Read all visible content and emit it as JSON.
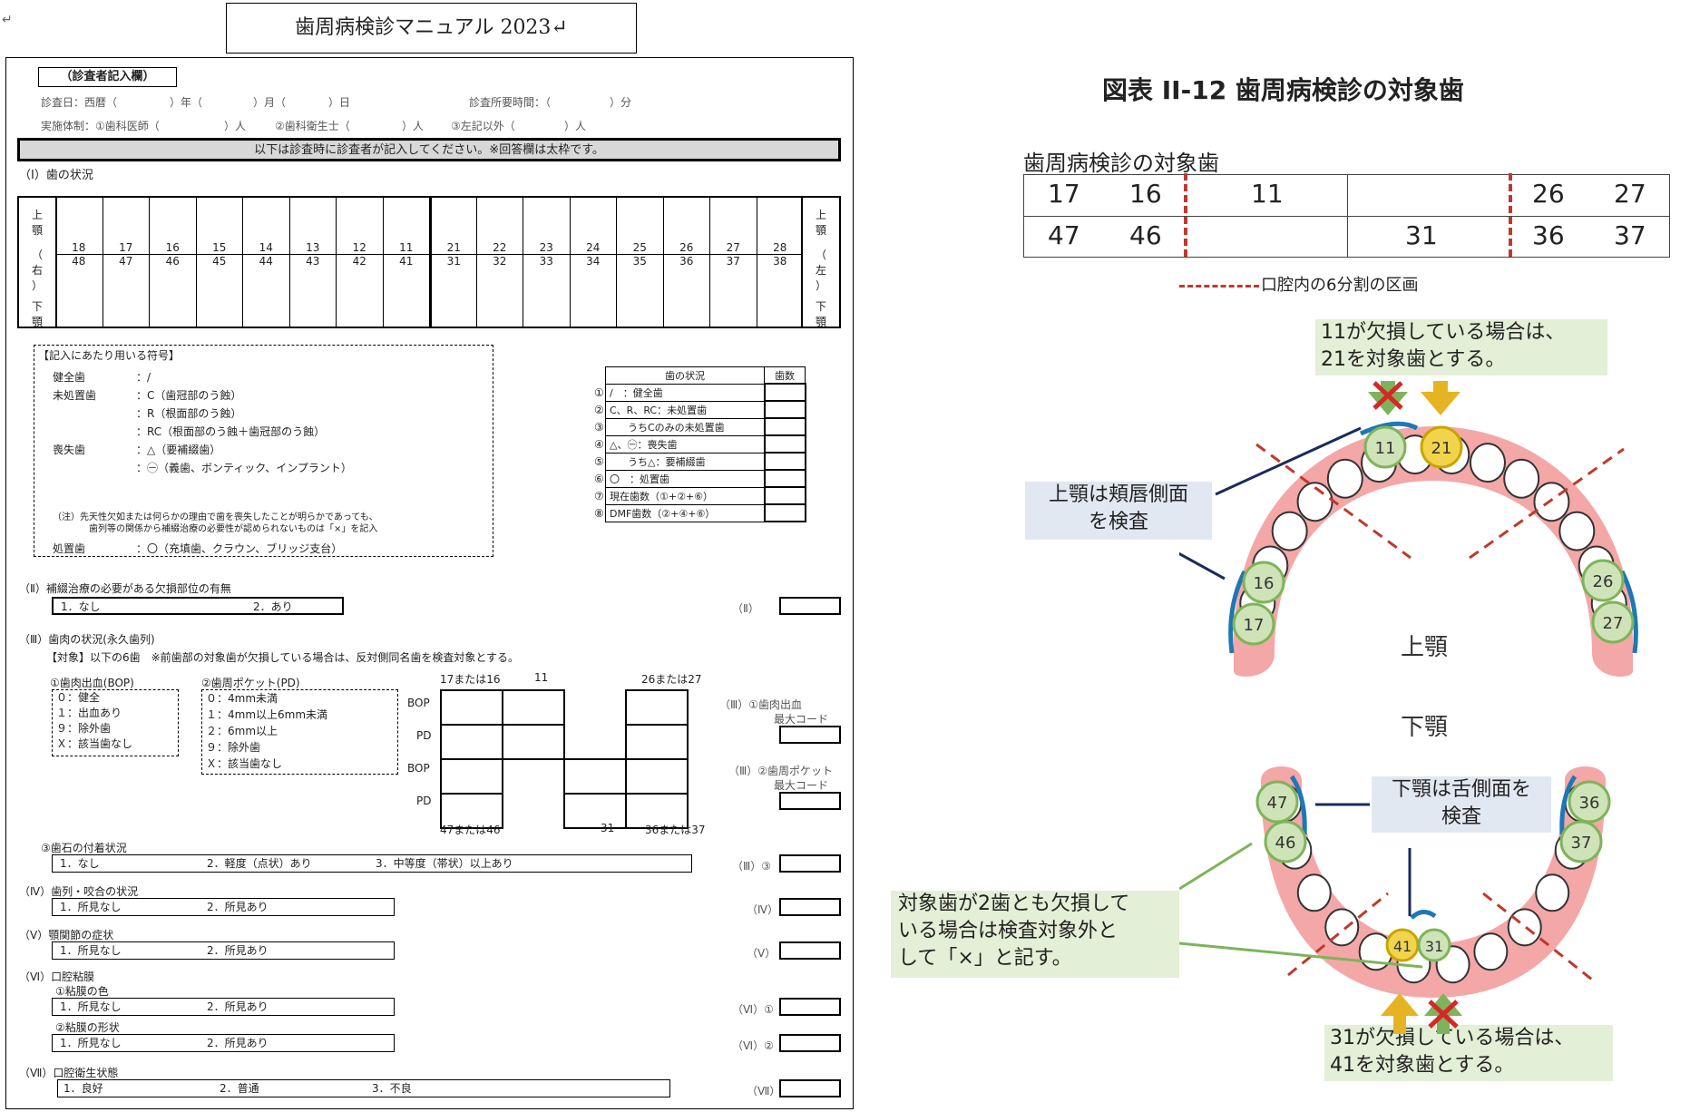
{
  "top_title": "歯周病検診マニュアル 2023↵",
  "form": {
    "examiner_label": "（診査者記入欄）",
    "date_line": {
      "exam_date": "診査日：西暦（",
      "year": "）年（",
      "month": "）月（",
      "day": "）日",
      "duration": "診査所要時間：（",
      "minutes": "）分"
    },
    "staff_line": {
      "a": "実施体制：①歯科医師（",
      "a_unit": "）人",
      "b": "②歯科衛生士（",
      "b_unit": "）人",
      "c": "③左記以外（",
      "c_unit": "）人"
    },
    "banner": "以下は診査時に診査者が記入してください。※回答欄は太枠です。",
    "section1": "（Ⅰ）歯の状況",
    "jaw_left": [
      "上",
      "顎",
      "（",
      "右",
      "）",
      "下",
      "顎"
    ],
    "jaw_right": [
      "上",
      "顎",
      "（",
      "左",
      "）",
      "下",
      "顎"
    ],
    "upper_teeth": [
      "18",
      "17",
      "16",
      "15",
      "14",
      "13",
      "12",
      "11",
      "21",
      "22",
      "23",
      "24",
      "25",
      "26",
      "27",
      "28"
    ],
    "lower_teeth": [
      "48",
      "47",
      "46",
      "45",
      "44",
      "43",
      "42",
      "41",
      "31",
      "32",
      "33",
      "34",
      "35",
      "36",
      "37",
      "38"
    ],
    "symbols": {
      "heading": "【記入にあたり用いる符号】",
      "rows": [
        {
          "k": "健全歯",
          "v": "：/"
        },
        {
          "k": "未処置歯",
          "v": "：C（歯冠部のう蝕）"
        },
        {
          "k": "",
          "v": "：R（根面部のう蝕）"
        },
        {
          "k": "",
          "v": "：RC（根面部のう蝕＋歯冠部のう蝕）"
        },
        {
          "k": "喪失歯",
          "v": "：△（要補綴歯）"
        },
        {
          "k": "",
          "v": "：㊀（義歯、ボンティック、インプラント）"
        }
      ],
      "note1": "（注）先天性欠如または何らかの理由で歯を喪失したことが明らかであっても、",
      "note2": "歯列等の関係から補綴治療の必要性が認められないものは「×」を記入",
      "treated_k": "処置歯",
      "treated_v": "：〇（充填歯、クラウン、ブリッジ支台）"
    },
    "tooth_status": {
      "h1": "歯の状況",
      "h2": "歯数",
      "rows": [
        {
          "n": "①",
          "t": "/　：健全歯"
        },
        {
          "n": "②",
          "t": "C、R、RC：未処置歯"
        },
        {
          "n": "③",
          "t": "うちCのみの未処置歯"
        },
        {
          "n": "④",
          "t": "△、㊀：喪失歯"
        },
        {
          "n": "⑤",
          "t": "うち△：要補綴歯"
        },
        {
          "n": "⑥",
          "t": "〇　：処置歯"
        },
        {
          "n": "⑦",
          "t": "現在歯数（①+②+⑥）"
        },
        {
          "n": "⑧",
          "t": "DMF歯数（②+④+⑥）"
        }
      ]
    },
    "section2": "（Ⅱ）補綴治療の必要がある欠損部位の有無",
    "section2_opts": [
      "1．なし",
      "2．あり"
    ],
    "section2_code": "（Ⅱ）",
    "section3": "（Ⅲ）歯肉の状況(永久歯列)",
    "section3_target": "【対象】以下の6歯　※前歯部の対象歯が欠損している場合は、反対側同名歯を検査対象とする。",
    "bop": {
      "title": "①歯肉出血(BOP)",
      "items": [
        "０：健全",
        "１：出血あり",
        "９：除外歯",
        "Ｘ：該当歯なし"
      ]
    },
    "pd": {
      "title": "②歯周ポケット(PD)",
      "items": [
        "０：4mm未満",
        "１：4mm以上6mm未満",
        "２：6mm以上",
        "９：除外歯",
        "Ｘ：該当歯なし"
      ]
    },
    "grid_top_labels": [
      "17または16",
      "11",
      "26または27"
    ],
    "grid_bottom_labels": [
      "47または46",
      "31",
      "36または37"
    ],
    "grid_row_labels": [
      "BOP",
      "PD",
      "BOP",
      "PD"
    ],
    "code_bop": [
      "（Ⅲ）①歯肉出血",
      "最大コード"
    ],
    "code_pd": [
      "（Ⅲ）②歯周ポケット",
      "最大コード"
    ],
    "calculus": "③歯石の付着状況",
    "calculus_opts": [
      "1．なし",
      "2．軽度（点状）あり",
      "3．中等度（帯状）以上あり"
    ],
    "calculus_code": "（Ⅲ）③",
    "section4": "（Ⅳ）歯列・咬合の状況",
    "section4_code": "（Ⅳ）",
    "section5": "（Ⅴ）顎関節の症状",
    "section5_code": "（Ⅴ）",
    "section6": "（Ⅵ）口腔粘膜",
    "section6a": "①粘膜の色",
    "section6a_code": "（Ⅵ）①",
    "section6b": "②粘膜の形状",
    "section6b_code": "（Ⅵ）②",
    "finding_opts": [
      "1．所見なし",
      "2．所見あり"
    ],
    "section7": "（Ⅶ）口腔衛生状態",
    "section7_opts": [
      "1．良好",
      "2．普通",
      "3．不良"
    ],
    "section7_code": "（Ⅶ）"
  },
  "figure": {
    "title": "図表 II-12  歯周病検診の対象歯",
    "table_title": "歯周病検診の対象歯",
    "row1": [
      "17",
      "16",
      "11",
      "26",
      "27"
    ],
    "row2": [
      "47",
      "46",
      "31",
      "36",
      "37"
    ],
    "legend": "口腔内の6分割の区画",
    "callout_top": [
      "11が欠損している場合は、",
      "21を対象歯とする。"
    ],
    "callout_upper": [
      "上顎は頬唇側面",
      "を検査"
    ],
    "callout_lower": [
      "下顎は舌側面を",
      "検査"
    ],
    "callout_both": [
      "対象歯が2歯とも欠損して",
      "いる場合は検査対象外と",
      "して「×」と記す。"
    ],
    "callout_bottom": [
      "31が欠損している場合は、",
      "41を対象歯とする。"
    ],
    "upper_label": "上顎",
    "lower_label": "下顎",
    "teeth_upper": [
      "11",
      "21",
      "16",
      "17",
      "26",
      "27"
    ],
    "teeth_lower": [
      "47",
      "46",
      "36",
      "37",
      "41",
      "31"
    ],
    "colors": {
      "dashed": "#c0392b",
      "green_tooth": "#cfe3b8",
      "yellow_tooth": "#f2d44c",
      "gum": "#f4a7a7",
      "blue": "#1f77b4",
      "callout_bg": "#e2e8f2",
      "callout_green": "#e3efd6"
    }
  }
}
